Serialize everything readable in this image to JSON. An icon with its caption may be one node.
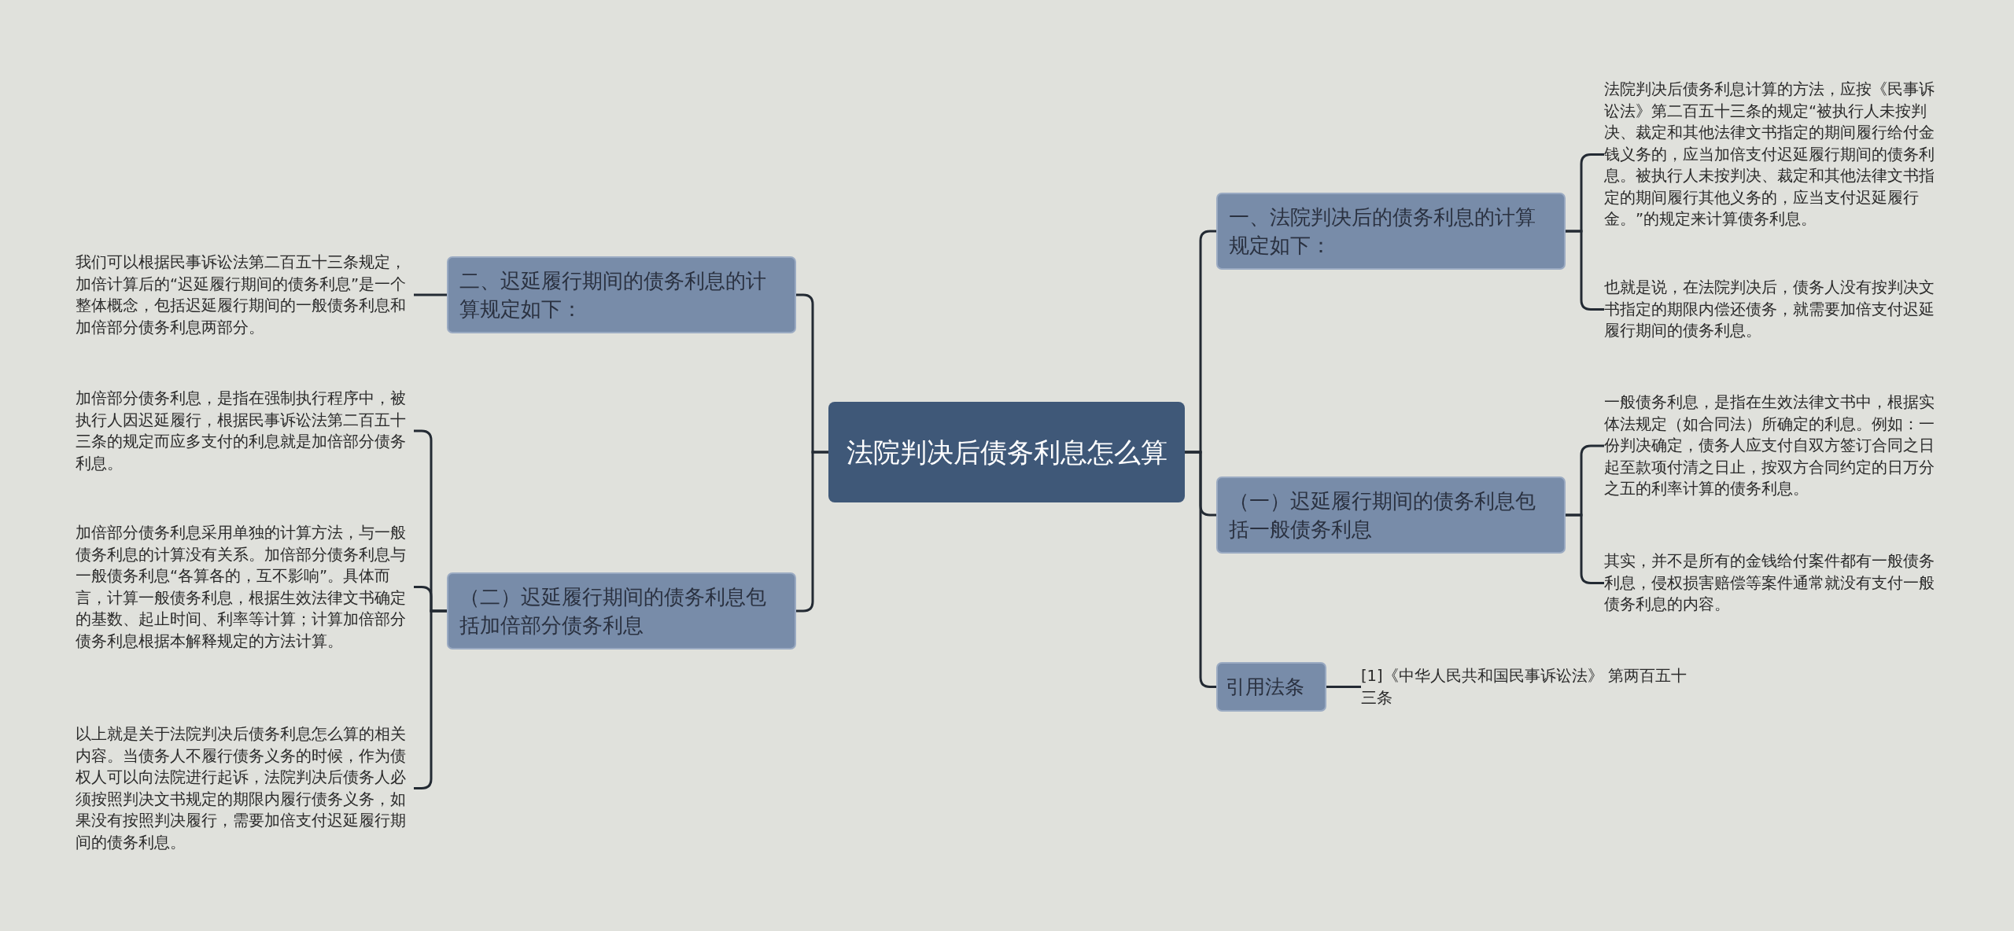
{
  "diagram": {
    "nodes": [
      {
        "text": [
          "法院判决后债务利息怎么算"
        ]
      },
      {
        "text": [
          "一、法院判决后的债务利息的计算规定如下："
        ]
      },
      {
        "text": [
          "法院判决后债务利息计算的方法，应按《民事诉讼法》第二百五十三条的规定“被执行人未按判决、裁定和其他法律文书指定的期间履行给付金钱义务的，应当加倍支付迟延履行期间的债务利息。被执行人未按判决、裁定和其他法律文书指定的期间履行其他义务的，应当支付迟延履行金。”的规定来计算债务利息。"
        ]
      },
      {
        "text": [
          "也就是说，在法院判决后，债务人没有按判决文书指定的期限内偿还债务，就需要加倍支付迟延履行期间的债务利息。"
        ]
      },
      {
        "text": [
          "（一）迟延履行期间的债务利息包括一般债务利息"
        ]
      },
      {
        "text": [
          "一般债务利息，是指在生效法律文书中，根据实体法规定（如合同法）所确定的利息。例如：一份判决确定，债务人应支付自双方签订合同之日起至款项付清之日止，按双方合同约定的日万分之五的利率计算的债务利息。"
        ]
      },
      {
        "text": [
          "其实，并不是所有的金钱给付案件都有一般债务利息，侵权损害赔偿等案件通常就没有支付一般债务利息的内容。"
        ]
      },
      {
        "text": [
          "引用法条"
        ]
      },
      {
        "text": [
          "[1]《中华人民共和国民事诉讼法》 第两百五十三条"
        ]
      },
      {
        "text": [
          "二、迟延履行期间的债务利息的计算规定如下："
        ]
      },
      {
        "text": [
          "我们可以根据民事诉讼法第二百五十三条规定，加倍计算后的“迟延履行期间的债务利息”是一个整体概念，包括迟延履行期间的一般债务利息和加倍部分债务利息两部分。"
        ]
      },
      {
        "text": [
          "（二）迟延履行期间的债务利息包括加倍部分债务利息"
        ]
      },
      {
        "text": [
          "加倍部分债务利息，是指在强制执行程序中，被执行人因迟延履行，根据民事诉讼法第二百五十三条的规定而应多支付的利息就是加倍部分债务利息。"
        ]
      },
      {
        "text": [
          "加倍部分债务利息采用单独的计算方法，与一般债务利息的计算没有关系。加倍部分债务利息与一般债务利息“各算各的，互不影响”。具体而言，计算一般债务利息，根据生效法律文书确定的基数、起止时间、利率等计算；计算加倍部分债务利息根据本解释规定的方法计算。"
        ]
      },
      {
        "text": [
          "以上就是关于法院判决后债务利息怎么算的相关内容。当债务人不履行债务义务的时候，作为债权人可以向法院进行起诉，法院判决后债务人必须按照判决文书规定的期限内履行债务义务，如果没有按照判决履行，需要加倍支付迟延履行期间的债务利息。"
        ]
      }
    ],
    "edges": [
      {
        "from": 0,
        "to": 1,
        "arrow": "none"
      },
      {
        "from": 1,
        "to": 2,
        "arrow": "none"
      },
      {
        "from": 1,
        "to": 3,
        "arrow": "none"
      },
      {
        "from": 0,
        "to": 4,
        "arrow": "none"
      },
      {
        "from": 4,
        "to": 5,
        "arrow": "none"
      },
      {
        "from": 4,
        "to": 6,
        "arrow": "none"
      },
      {
        "from": 0,
        "to": 7,
        "arrow": "none"
      },
      {
        "from": 7,
        "to": 8,
        "arrow": "none"
      },
      {
        "from": 0,
        "to": 9,
        "arrow": "none"
      },
      {
        "from": 9,
        "to": 10,
        "arrow": "none"
      },
      {
        "from": 0,
        "to": 11,
        "arrow": "none"
      },
      {
        "from": 11,
        "to": 12,
        "arrow": "none"
      },
      {
        "from": 11,
        "to": 13,
        "arrow": "none"
      },
      {
        "from": 11,
        "to": 14,
        "arrow": "none"
      }
    ]
  }
}
